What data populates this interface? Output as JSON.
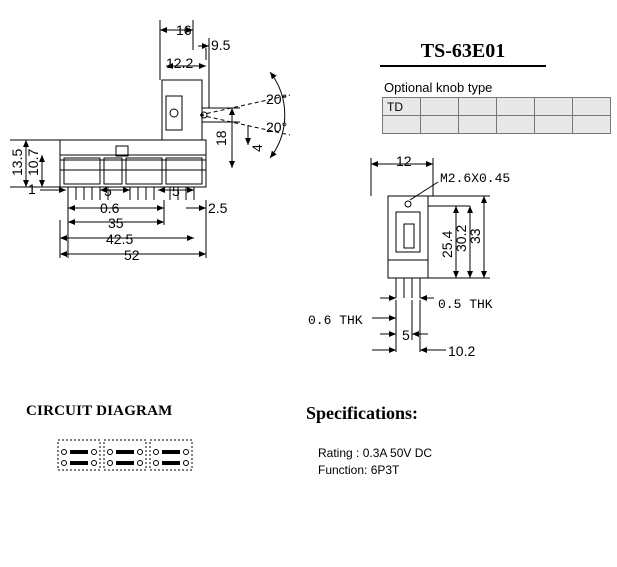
{
  "part_number": "TS-63E01",
  "knob": {
    "label": "Optional knob type",
    "cells": [
      "TD",
      "",
      "",
      "",
      "",
      ""
    ]
  },
  "circuit": {
    "title": "CIRCUIT DIAGRAM"
  },
  "specs": {
    "title": "Specifications:",
    "rating": "Rating : 0.3A 50V DC",
    "function": "Function: 6P3T"
  },
  "front_view": {
    "dims": {
      "d16": "16",
      "d9_5": "9.5",
      "d12_2": "12.2",
      "ang1": "20°",
      "ang2": "20°",
      "d18": "18",
      "d4": "4",
      "d13_5": "13.5",
      "d10_7": "10.7",
      "d1": "1",
      "d5a": "5",
      "d5b": "5",
      "d0_6": "0.6",
      "d2_5": "2.5",
      "d35": "35",
      "d42_5": "42.5",
      "d52": "52"
    }
  },
  "side_view": {
    "dims": {
      "d12": "12",
      "m26": "M2.6X0.45",
      "d25_4": "25.4",
      "d30_2": "30.2",
      "d33": "33",
      "d06thk": "0.6 THK",
      "d05thk": "0.5 THK",
      "d5": "5",
      "d10_2": "10.2"
    }
  }
}
